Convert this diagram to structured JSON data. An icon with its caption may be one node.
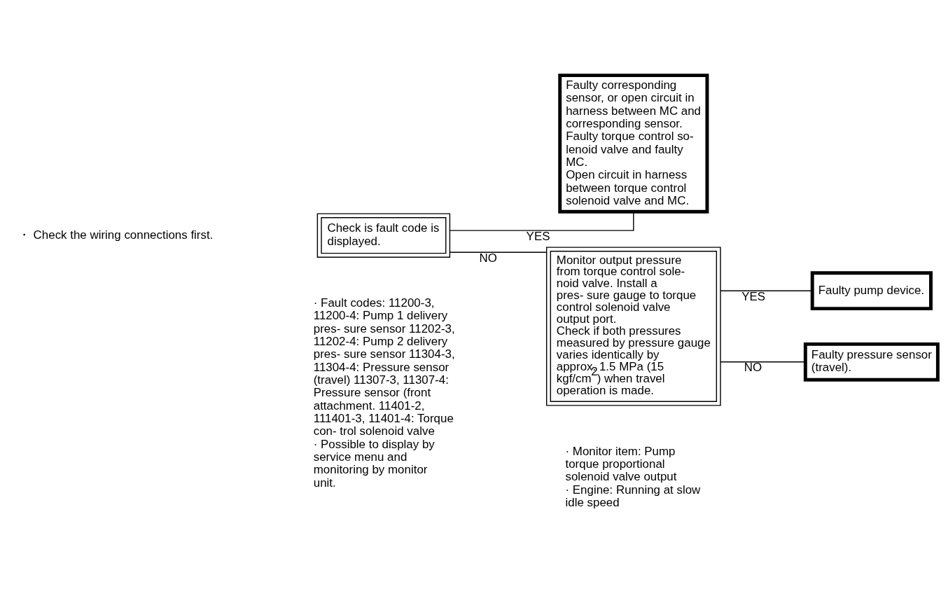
{
  "diagram": {
    "nodes": [
      {
        "text": [
          "Check is fault code is displayed."
        ],
        "beside": [
          "· Fault codes: 11200-3, 11200-4: Pump 1 delivery pres- sure sensor 11202-3, 11202-4: Pump 2 delivery pres- sure sensor 11304-3, 11304-4: Pressure sensor (travel) 11307-3, 11307-4: Pressure sensor (front attachment. 11401-2, 111401-3, 11401-4: Torque con- trol solenoid valve",
          "· Possible to display by service menu and monitoring by monitor unit."
        ]
      },
      {
        "text": [
          "Faulty corresponding sensor, or open circuit in harness between MC and corresponding sensor.",
          "Faulty torque control so- lenoid valve and faulty MC.",
          "Open circuit in harness between torque control solenoid valve and MC."
        ]
      },
      {
        "text": [
          "Monitor output pressure from torque control sole- noid valve. Install a pres- sure gauge to torque control solenoid valve output port.",
          "Check if both pressures measured by pressure gauge varies identically by approx. 1.5 MPa (15 kgf/cm$^{2}$) when travel operation is made."
        ],
        "beside": [
          "· Monitor item: Pump torque proportional solenoid valve output",
          "· Engine: Running at slow idle speed"
        ]
      },
      {
        "text": [
          "Faulty pump device."
        ]
      },
      {
        "text": [
          "Faulty pressure sensor (travel)."
        ]
      }
    ],
    "edges": [
      {
        "from": 0,
        "to": 1,
        "arrow": "none",
        "label": "YES"
      },
      {
        "from": 0,
        "to": 2,
        "arrow": "none",
        "label": "NO"
      },
      {
        "from": 2,
        "to": 3,
        "arrow": "none",
        "label": "YES"
      },
      {
        "from": 2,
        "to": 4,
        "arrow": "none",
        "label": "NO"
      }
    ],
    "labels": [
      "・ Check the wiring connections first."
    ]
  }
}
